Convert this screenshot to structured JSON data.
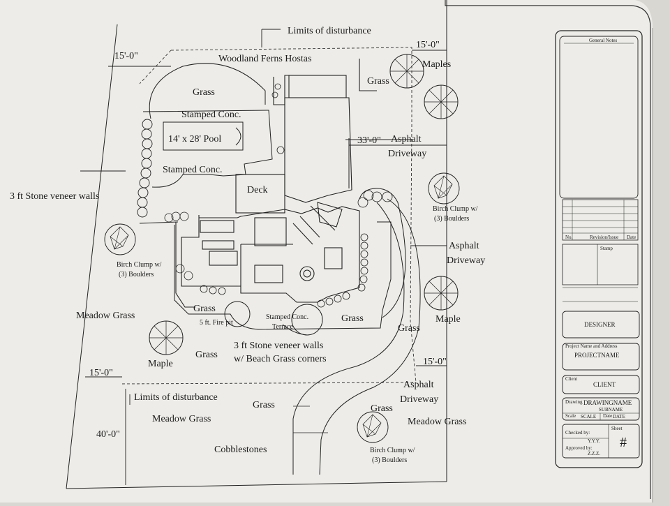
{
  "plan_labels": {
    "limits_top": "Limits of disturbance",
    "dim_15_top_left": "15'-0\"",
    "dim_15_top_right": "15'-0\"",
    "woodland": "Woodland Ferns Hostas",
    "maples_top": "Maples",
    "grass_top": "Grass",
    "grass_nw": "Grass",
    "stamped_top": "Stamped Conc.",
    "pool": "14' x 28' Pool",
    "stamped_mid": "Stamped Conc.",
    "dim_33": "33'-0\"",
    "asphalt_1": "Asphalt",
    "driveway_1": "Driveway",
    "stone_walls_left": "3 ft Stone veneer walls",
    "deck": "Deck",
    "birch_right_1": "Birch Clump w/",
    "birch_right_2": "(3) Boulders",
    "birch_left_1": "Birch Clump w/",
    "birch_left_2": "(3) Boulders",
    "asphalt_2": "Asphalt",
    "driveway_2": "Driveway",
    "meadow_left": "Meadow Grass",
    "grass_terrace_l": "Grass",
    "fire_pit": "5 ft. Fire pit",
    "terrace_1": "Stamped Conc.",
    "terrace_2": "Terrace",
    "grass_terrace_r": "Grass",
    "grass_right": "Grass",
    "maple_right": "Maple",
    "maple_left": "Maple",
    "grass_bottom": "Grass",
    "stone_walls_bottom_1": "3 ft Stone veneer walls",
    "stone_walls_bottom_2": "w/ Beach Grass corners",
    "dim_15_bottom_left": "15'-0\"",
    "dim_15_bottom_right": "15'-0\"",
    "limits_bottom": "Limits of disturbance",
    "grass_lower": "Grass",
    "meadow_lower_left": "Meadow Grass",
    "asphalt_3": "Asphalt",
    "driveway_3": "Driveway",
    "grass_lower_right": "Grass",
    "meadow_lower_right": "Meadow Grass",
    "dim_40": "40'-0\"",
    "cobblestones": "Cobblestones",
    "birch_bottom_1": "Birch Clump w/",
    "birch_bottom_2": "(3) Boulders"
  },
  "title_block": {
    "general_notes": "General Notes",
    "revision_no": "No.",
    "revision_name": "Revision/Issue",
    "revision_date": "Date",
    "stamp": "Stamp",
    "designer": "DESIGNER",
    "project_label": "Project Name and Address",
    "project_name": "PROJECTNAME",
    "client_label": "Client",
    "client": "CLIENT",
    "drawing_label": "Drawing",
    "drawing_name": "DRAWINGNAME",
    "drawing_sub": "SUBNAME",
    "scale_label": "Scale",
    "scale": "SCALE",
    "date_label": "Date",
    "date": "DATE",
    "checked_label": "Checked by:",
    "checked": "Y.Y.Y.",
    "approved_label": "Approved by:",
    "approved": "Z.Z.Z.",
    "sheet_label": "Sheet",
    "sheet_number": "#"
  }
}
